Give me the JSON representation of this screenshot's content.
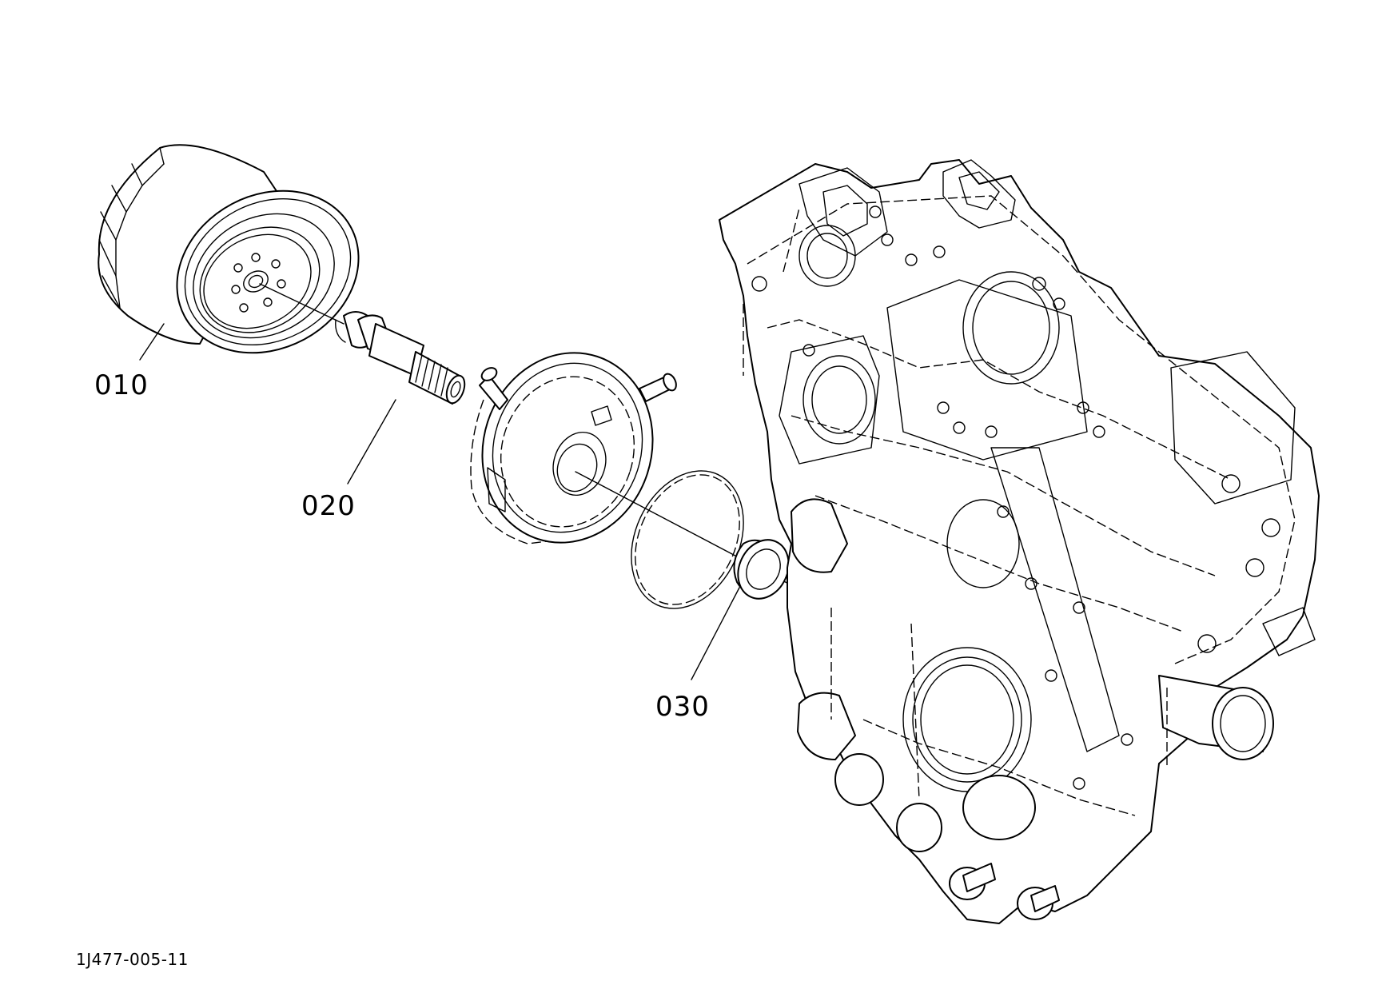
{
  "diagram": {
    "parts": [
      {
        "id": "p010",
        "label": "010"
      },
      {
        "id": "p020",
        "label": "020"
      },
      {
        "id": "p030",
        "label": "030"
      }
    ],
    "reference_code": "1J477-005-11"
  }
}
